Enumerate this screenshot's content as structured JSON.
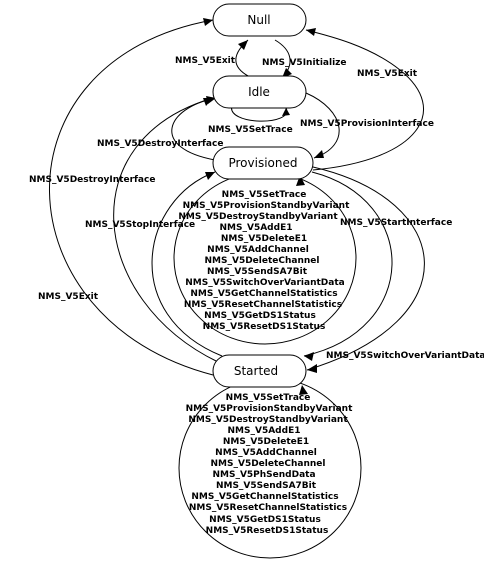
{
  "states": {
    "null": "Null",
    "idle": "Idle",
    "provisioned": "Provisioned",
    "started": "Started"
  },
  "transitions": {
    "idle_to_null_exit": "NMS_V5Exit",
    "null_to_idle_initialize": "NMS_V5Initialize",
    "provisioned_to_null_exit": "NMS_V5Exit",
    "idle_to_provisioned_provision": "NMS_V5ProvisionInterface",
    "idle_settrace": "NMS_V5SetTrace",
    "provisioned_to_idle_destroy": "NMS_V5DestroyInterface",
    "started_to_idle_destroy": "NMS_V5DestroyInterface",
    "started_to_provisioned_stop": "NMS_V5StopInterface",
    "provisioned_to_started_start": "NMS_V5StartInterface",
    "started_to_null_exit": "NMS_V5Exit",
    "provisioned_to_started_switch": "NMS_V5SwitchOverVariantData"
  },
  "provisioned_self_loop": [
    "NMS_V5SetTrace",
    "NMS_V5ProvisionStandbyVariant",
    "NMS_V5DestroyStandbyVariant",
    "NMS_V5AddE1",
    "NMS_V5DeleteE1",
    "NMS_V5AddChannel",
    "NMS_V5DeleteChannel",
    "NMS_V5SendSA7Bit",
    "NMS_V5SwitchOverVariantData",
    "NMS_V5GetChannelStatistics",
    "NMS_V5ResetChannelStatistics",
    "NMS_V5GetDS1Status",
    "NMS_V5ResetDS1Status"
  ],
  "started_self_loop": [
    "NMS_V5SetTrace",
    "NMS_V5ProvisionStandbyVariant",
    "NMS_V5DestroyStandbyVariant",
    "NMS_V5AddE1",
    "NMS_V5DeleteE1",
    "NMS_V5AddChannel",
    "NMS_V5DeleteChannel",
    "NMS_V5PhSendData",
    "NMS_V5SendSA7Bit",
    "NMS_V5GetChannelStatistics",
    "NMS_V5ResetChannelStatistics",
    "NMS_V5GetDS1Status",
    "NMS_V5ResetDS1Status"
  ]
}
